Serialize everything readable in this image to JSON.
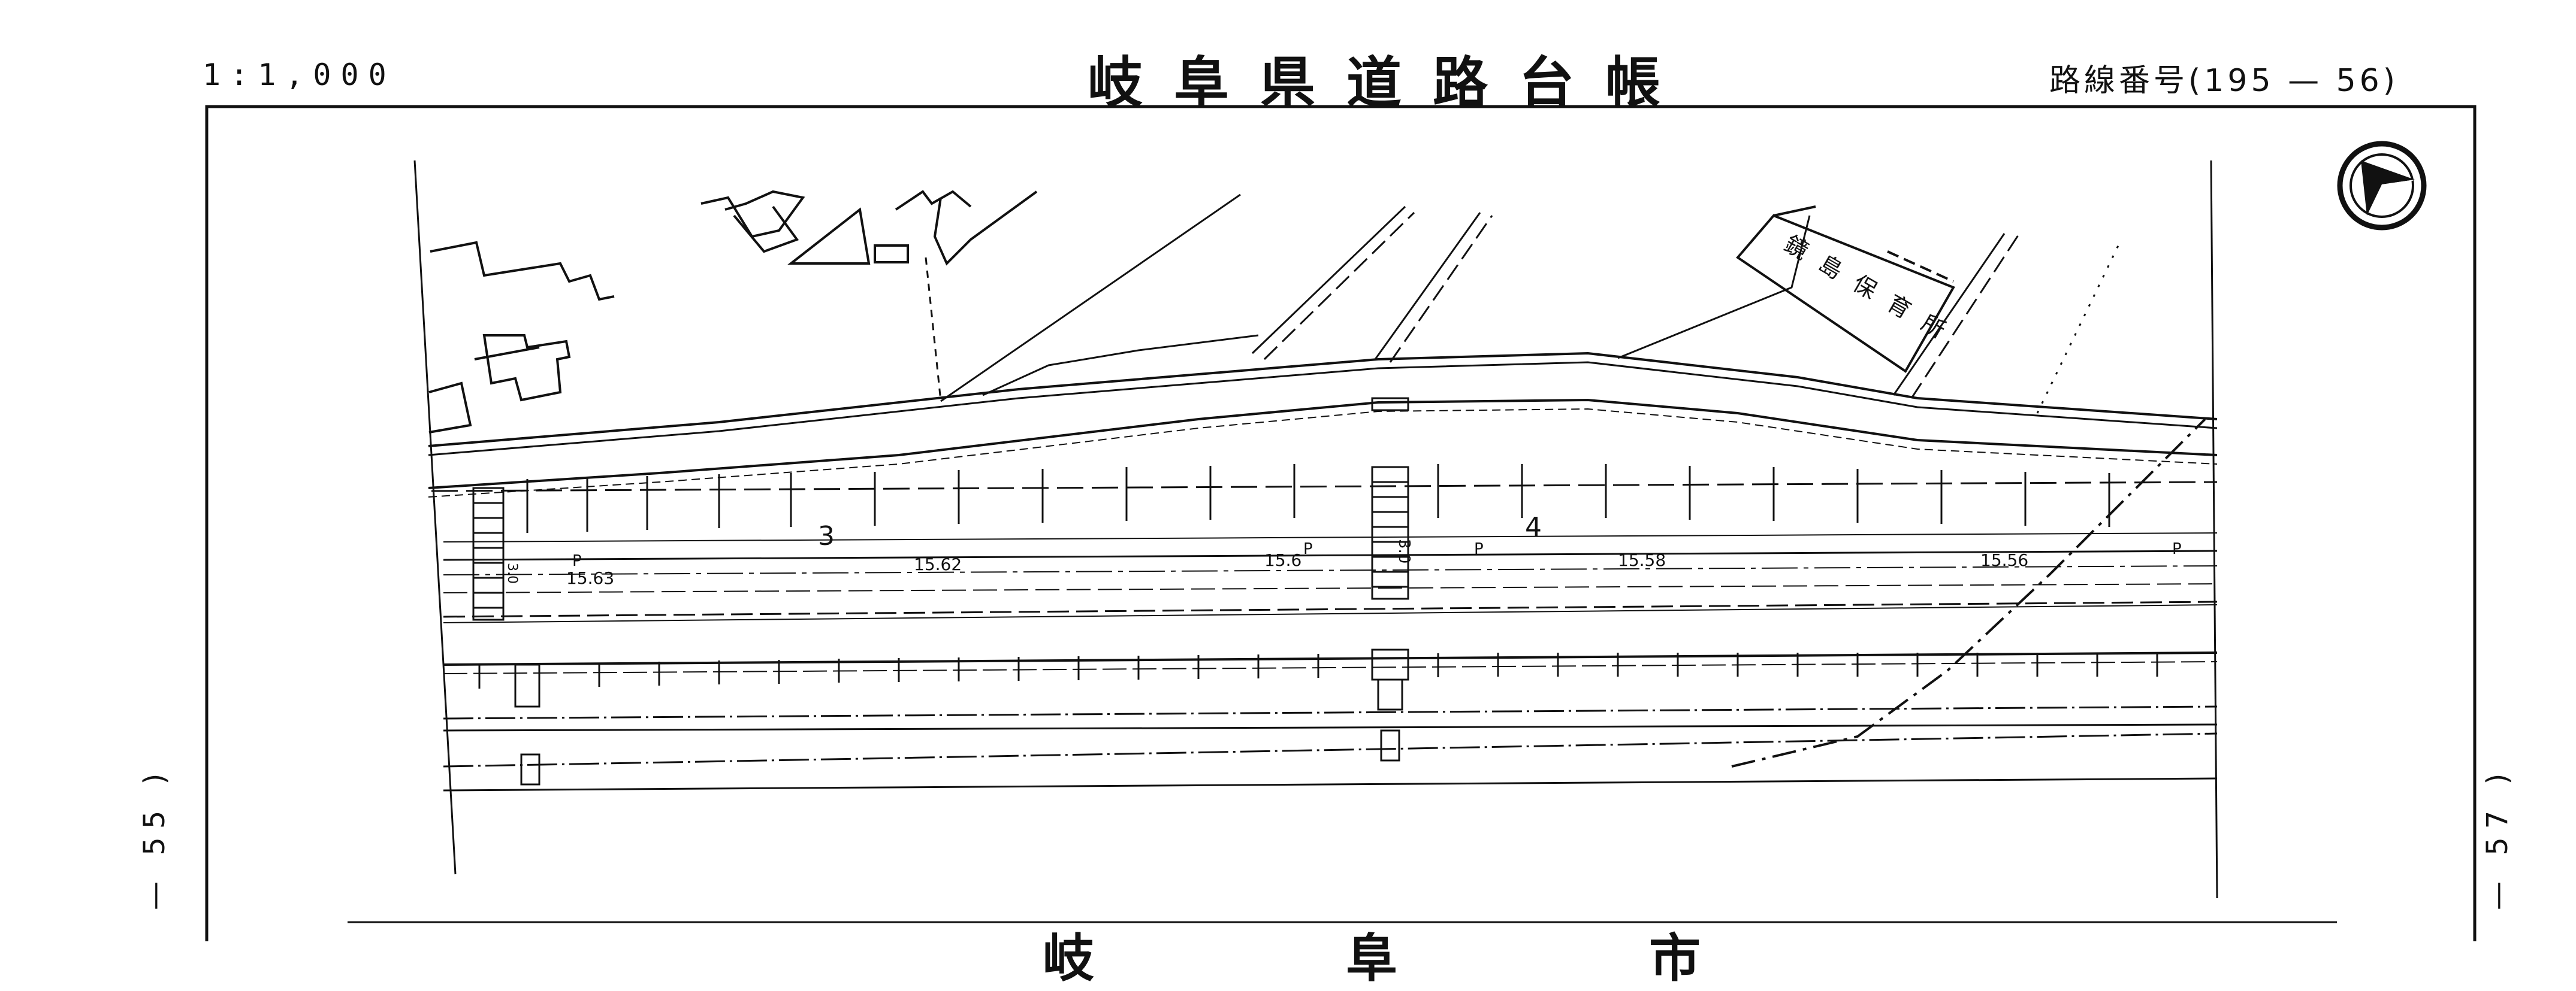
{
  "header": {
    "scale": "1:1,000",
    "title": "岐阜県道路台帳",
    "route_number": "路線番号(195 — 56)"
  },
  "adjacent_sheets": {
    "left": "— 55 )",
    "right": "— 57 )"
  },
  "bottom_place_name": "岐阜市",
  "map_labels": {
    "facility": "鏡島保育所",
    "section_3": "3",
    "section_4": "4",
    "elevations": [
      "15.63",
      "15.62",
      "15.6",
      "15.58",
      "15.56"
    ],
    "point_markers": [
      "P",
      "P",
      "P",
      "P"
    ],
    "joint_marker": "3.0",
    "joint_marker_left": "3.0"
  },
  "icons": {
    "north_arrow": "compass-north-arrow-icon"
  }
}
